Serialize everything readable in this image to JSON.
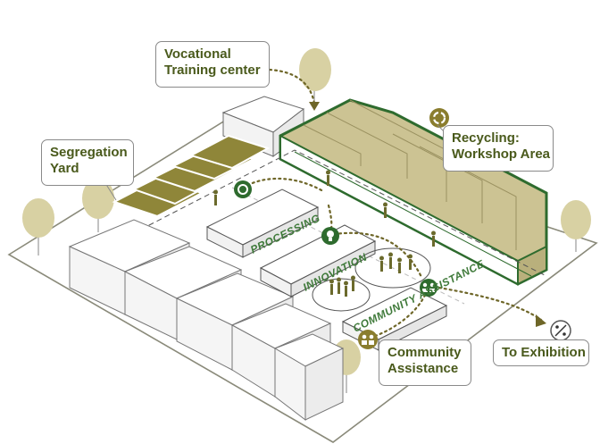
{
  "callouts": {
    "vocational": {
      "line1": "Vocational",
      "line2": "Training center"
    },
    "segregation": {
      "line1": "Segregation",
      "line2": "Yard"
    },
    "recycling": {
      "line1": "Recycling:",
      "line2": "Workshop Area"
    },
    "community": {
      "line1": "Community",
      "line2": "Assistance"
    },
    "exhibition": {
      "line1": "To Exhibition"
    }
  },
  "building_tags": {
    "processing": "PROCESSING",
    "innovation": "INNOVATION",
    "community": "COMMUNITY ASSISTANCE"
  },
  "colors": {
    "olive_fill": "#c9c190",
    "dark_green": "#2e6b2e",
    "accent_olive": "#8a7d2e",
    "tree": "#d6cf9f",
    "outline": "#5a5a5a"
  },
  "icons": [
    "recycle-icon",
    "gear-icon",
    "lightbulb-icon",
    "people-icon",
    "percent-icon",
    "tree-icon"
  ]
}
